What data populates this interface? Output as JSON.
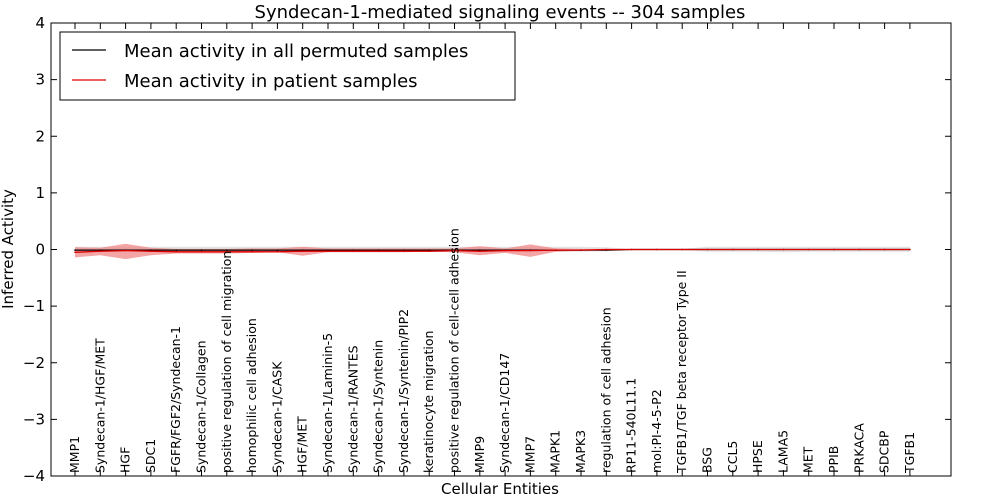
{
  "chart_data": {
    "type": "line",
    "title": "Syndecan-1-mediated signaling events -- 304 samples",
    "xlabel": "Cellular Entities",
    "ylabel": "Inferred Activity",
    "ylim": [
      -4,
      4
    ],
    "yticks": [
      "4",
      "3",
      "2",
      "1",
      "0",
      "−1",
      "−2",
      "−3",
      "−4"
    ],
    "grid": false,
    "legend_position": "top-left",
    "categories": [
      "MMP1",
      "Syndecan-1/HGF/MET",
      "HGF",
      "SDC1",
      "FGFR/FGF2/Syndecan-1",
      "Syndecan-1/Collagen",
      "positive regulation of cell migration",
      "homophilic cell adhesion",
      "Syndecan-1/CASK",
      "HGF/MET",
      "Syndecan-1/Laminin-5",
      "Syndecan-1/RANTES",
      "Syndecan-1/Syntenin",
      "Syndecan-1/Syntenin/PIP2",
      "keratinocyte migration",
      "positive regulation of cell-cell adhesion",
      "MMP9",
      "Syndecan-1/CD147",
      "MMP7",
      "MAPK1",
      "MAPK3",
      "regulation of cell adhesion",
      "RP11-540L11.1",
      "mol:PI-4-5-P2",
      "TGFB1/TGF beta receptor Type II",
      "BSG",
      "CCL5",
      "HPSE",
      "LAMA5",
      "MET",
      "PPIB",
      "PRKACA",
      "SDCBP",
      "TGFB1"
    ],
    "series": [
      {
        "name": "Mean activity in all permuted samples",
        "color": "#000000",
        "values": [
          -0.01,
          -0.01,
          -0.01,
          -0.01,
          -0.01,
          -0.01,
          -0.01,
          -0.01,
          -0.01,
          -0.01,
          -0.01,
          -0.01,
          -0.01,
          -0.01,
          -0.01,
          -0.01,
          -0.01,
          -0.01,
          -0.01,
          -0.01,
          -0.01,
          -0.01,
          0.0,
          0.0,
          0.0,
          0.0,
          0.0,
          0.0,
          0.0,
          0.0,
          0.0,
          0.0,
          0.0,
          0.0
        ],
        "band": {
          "lower": [
            -0.04,
            -0.04,
            -0.04,
            -0.04,
            -0.04,
            -0.04,
            -0.04,
            -0.04,
            -0.04,
            -0.04,
            -0.04,
            -0.04,
            -0.04,
            -0.04,
            -0.04,
            -0.04,
            -0.04,
            -0.04,
            -0.04,
            -0.04,
            -0.04,
            -0.03,
            -0.01,
            -0.01,
            -0.01,
            -0.04,
            -0.04,
            -0.04,
            -0.05,
            -0.04,
            -0.04,
            -0.04,
            -0.04,
            -0.04
          ],
          "upper": [
            0.05,
            0.05,
            0.05,
            0.05,
            0.05,
            0.05,
            0.05,
            0.05,
            0.05,
            0.05,
            0.05,
            0.05,
            0.05,
            0.05,
            0.05,
            0.05,
            0.05,
            0.05,
            0.05,
            0.05,
            0.05,
            0.04,
            0.01,
            0.01,
            0.01,
            0.05,
            0.05,
            0.05,
            0.05,
            0.05,
            0.05,
            0.05,
            0.05,
            0.05
          ],
          "color": "#d0d0d0"
        }
      },
      {
        "name": "Mean activity in patient samples",
        "color": "#e00000",
        "values": [
          -0.05,
          -0.03,
          -0.02,
          -0.03,
          -0.04,
          -0.04,
          -0.04,
          -0.04,
          -0.04,
          -0.03,
          -0.03,
          -0.03,
          -0.03,
          -0.03,
          -0.03,
          -0.02,
          -0.03,
          -0.02,
          -0.02,
          -0.01,
          -0.01,
          0.0,
          0.0,
          0.0,
          0.0,
          0.0,
          0.0,
          0.0,
          0.0,
          0.0,
          0.0,
          0.0,
          0.0,
          0.0
        ],
        "band": {
          "lower": [
            -0.14,
            -0.1,
            -0.17,
            -0.1,
            -0.07,
            -0.07,
            -0.07,
            -0.06,
            -0.05,
            -0.11,
            -0.05,
            -0.05,
            -0.05,
            -0.05,
            -0.04,
            -0.05,
            -0.1,
            -0.06,
            -0.13,
            -0.04,
            -0.02,
            -0.01,
            0.0,
            0.0,
            0.0,
            0.0,
            0.0,
            0.0,
            0.0,
            0.0,
            0.0,
            0.0,
            0.0,
            0.0
          ],
          "upper": [
            0.04,
            0.03,
            0.1,
            0.03,
            0.01,
            0.01,
            0.01,
            0.02,
            0.02,
            0.05,
            0.02,
            0.02,
            0.02,
            0.02,
            0.02,
            0.02,
            0.06,
            0.02,
            0.09,
            0.02,
            0.01,
            0.01,
            0.0,
            0.0,
            0.0,
            0.0,
            0.0,
            0.0,
            0.0,
            0.0,
            0.0,
            0.0,
            0.0,
            0.0
          ],
          "color": "#f08080"
        }
      }
    ]
  }
}
